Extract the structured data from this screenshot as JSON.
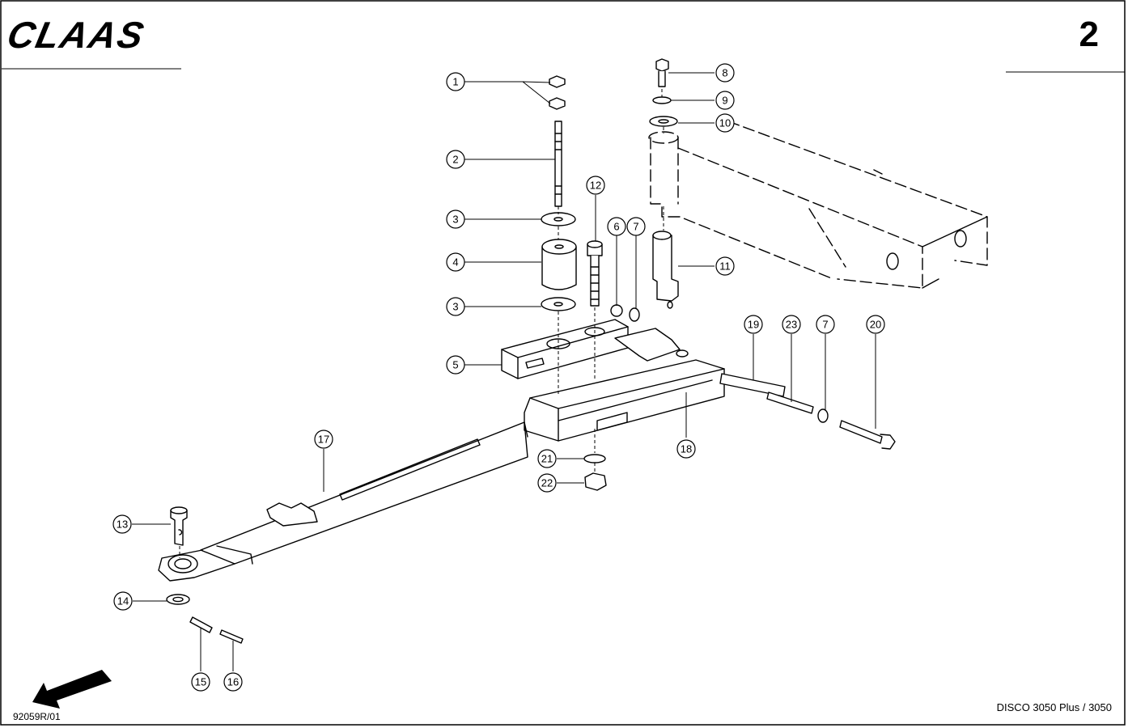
{
  "header": {
    "brand": "CLAAS",
    "page_number": "2"
  },
  "footer": {
    "drawing_id": "92059R/01",
    "model": "DISCO 3050 Plus / 3050"
  },
  "callouts": [
    "1",
    "2",
    "3",
    "4",
    "3",
    "5",
    "12",
    "6",
    "7",
    "8",
    "9",
    "10",
    "11",
    "19",
    "23",
    "7",
    "20",
    "17",
    "18",
    "21",
    "22",
    "13",
    "14",
    "15",
    "16"
  ],
  "icons": {
    "direction_arrow": "arrow-down-left-icon"
  }
}
